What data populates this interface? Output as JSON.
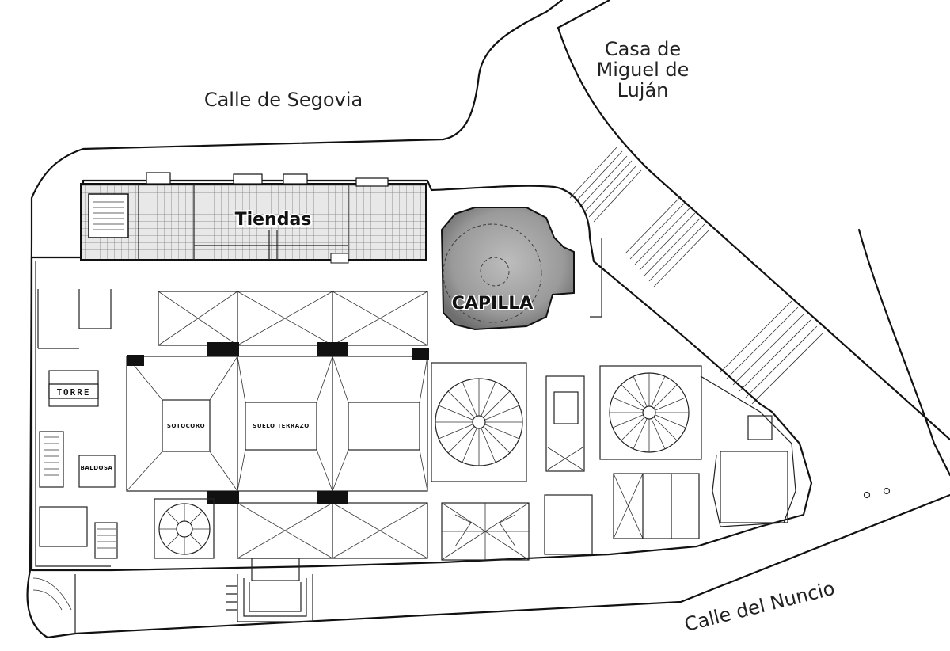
{
  "streets": {
    "segovia": "Calle de Segovia",
    "nuncio": "Calle del Nuncio",
    "casa_line1": "Casa de",
    "casa_line2": "Miguel de",
    "casa_line3": "Luján"
  },
  "rooms": {
    "tiendas": "Tiendas",
    "capilla": "CAPILLA",
    "torre": "TORRE",
    "sotocoro": "SOTOCORO",
    "suelo_terrazo": "SUELO TERRAZO",
    "baldosa": "BALDOSA"
  },
  "colors": {
    "ink": "#111111",
    "tiendas_fill": "#e6e6e6",
    "capilla_fill": "#8e8e8e",
    "background": "#ffffff"
  }
}
